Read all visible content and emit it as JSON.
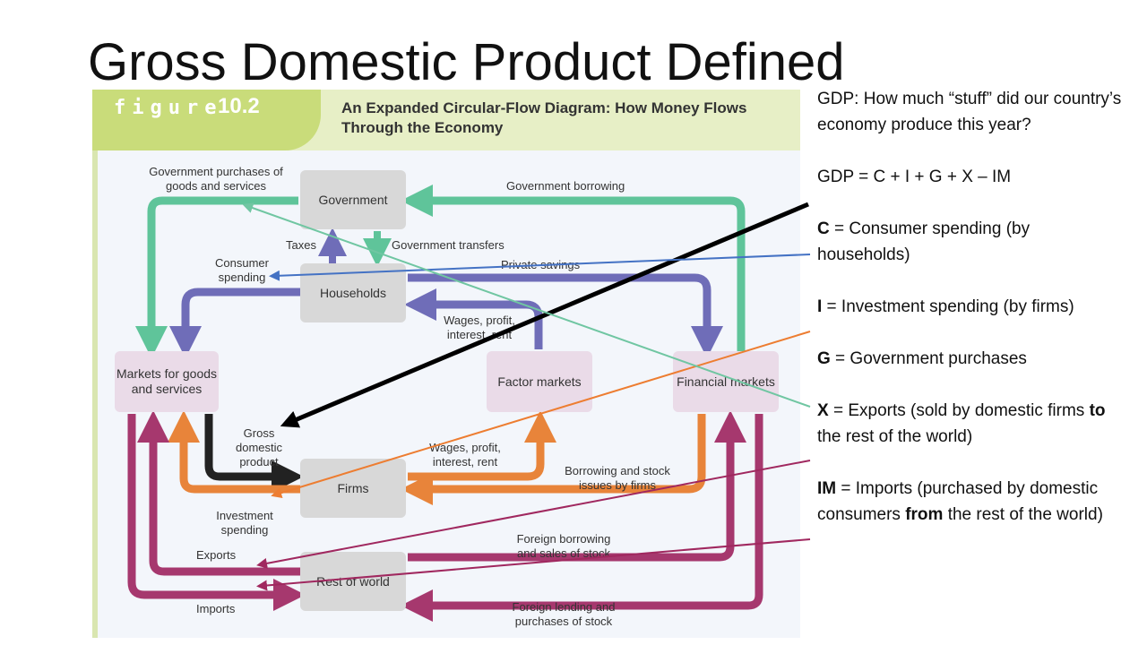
{
  "slide": {
    "title": "Gross Domestic Product Defined"
  },
  "figure": {
    "label": "figure",
    "number": "10.2",
    "caption": "An Expanded Circular-Flow Diagram: How Money Flows Through the Economy",
    "boxes": {
      "government": "Government",
      "households": "Households",
      "markets_goods": "Markets for goods and services",
      "factor_markets": "Factor markets",
      "financial_markets": "Financial markets",
      "firms": "Firms",
      "rest_of_world": "Rest of world"
    },
    "flows": {
      "gov_purchases": "Government purchases of goods and services",
      "gov_borrowing": "Government borrowing",
      "taxes": "Taxes",
      "gov_transfers": "Government transfers",
      "consumer_spending": "Consumer spending",
      "private_savings": "Private savings",
      "wages_households": "Wages, profit, interest, rent",
      "gdp": "Gross domestic product",
      "wages_firms": "Wages, profit, interest, rent",
      "borrowing_stock": "Borrowing and stock issues by firms",
      "investment_spending": "Investment spending",
      "exports": "Exports",
      "foreign_borrowing": "Foreign borrowing and sales of stock",
      "imports": "Imports",
      "foreign_lending": "Foreign lending and purchases of stock"
    },
    "colors": {
      "government_flow": "#5fc49a",
      "household_flow": "#6f6db8",
      "gdp_flow": "#222222",
      "firm_flow": "#e8843a",
      "foreign_flow": "#a6386e",
      "pointer_black": "#000000",
      "pointer_blue": "#4472c4",
      "pointer_orange": "#ed7d31",
      "pointer_teal": "#70c6a2",
      "pointer_maroon": "#a0285f"
    }
  },
  "notes": {
    "question": "GDP:  How much “stuff” did our country’s economy produce this year?",
    "formula": "GDP = C + I + G + X – IM",
    "c_key": "C",
    "c_text": " = Consumer spending (by households)",
    "i_key": "I",
    "i_text": " = Investment spending (by firms)",
    "g_key": "G",
    "g_text": " = Government purchases",
    "x_key": "X",
    "x_text1": " = Exports (sold by domestic firms ",
    "x_bold": "to",
    "x_text2": " the rest of the world)",
    "im_key": "IM",
    "im_text1": " = Imports (purchased by domestic consumers ",
    "im_bold": "from",
    "im_text2": " the rest of the world)"
  }
}
